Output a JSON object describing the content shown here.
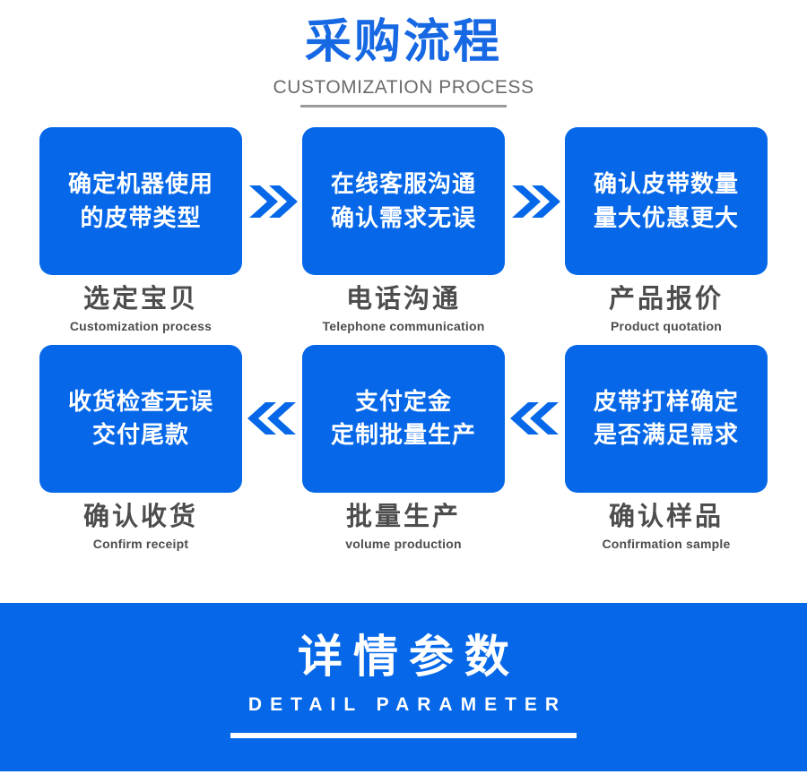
{
  "header": {
    "title": "采购流程",
    "subtitle": "CUSTOMIZATION PROCESS"
  },
  "colors": {
    "brand_blue": "#0668E8",
    "title_blue": "#1668E3",
    "label_gray": "#4d4d4d",
    "subtitle_gray": "#6b6b6b",
    "rule_gray": "#9a9a9a",
    "white": "#ffffff"
  },
  "flow": {
    "row1": {
      "arrow_direction": "right",
      "arrow_glyph": "double-chevron-right",
      "steps": [
        {
          "box_lines": [
            "确定机器使用",
            "的皮带类型"
          ],
          "label": "选定宝贝",
          "sublabel": "Customization process"
        },
        {
          "box_lines": [
            "在线客服沟通",
            "确认需求无误"
          ],
          "label": "电话沟通",
          "sublabel": "Telephone communication"
        },
        {
          "box_lines": [
            "确认皮带数量",
            "量大优惠更大"
          ],
          "label": "产品报价",
          "sublabel": "Product quotation"
        }
      ]
    },
    "row2": {
      "arrow_direction": "left",
      "arrow_glyph": "double-chevron-left",
      "steps": [
        {
          "box_lines": [
            "收货检查无误",
            "交付尾款"
          ],
          "label": "确认收货",
          "sublabel": "Confirm receipt"
        },
        {
          "box_lines": [
            "支付定金",
            "定制批量生产"
          ],
          "label": "批量生产",
          "sublabel": "volume production"
        },
        {
          "box_lines": [
            "皮带打样确定",
            "是否满足需求"
          ],
          "label": "确认样品",
          "sublabel": "Confirmation sample"
        }
      ]
    }
  },
  "banner": {
    "title": "详情参数",
    "subtitle": "DETAIL PARAMETER"
  }
}
